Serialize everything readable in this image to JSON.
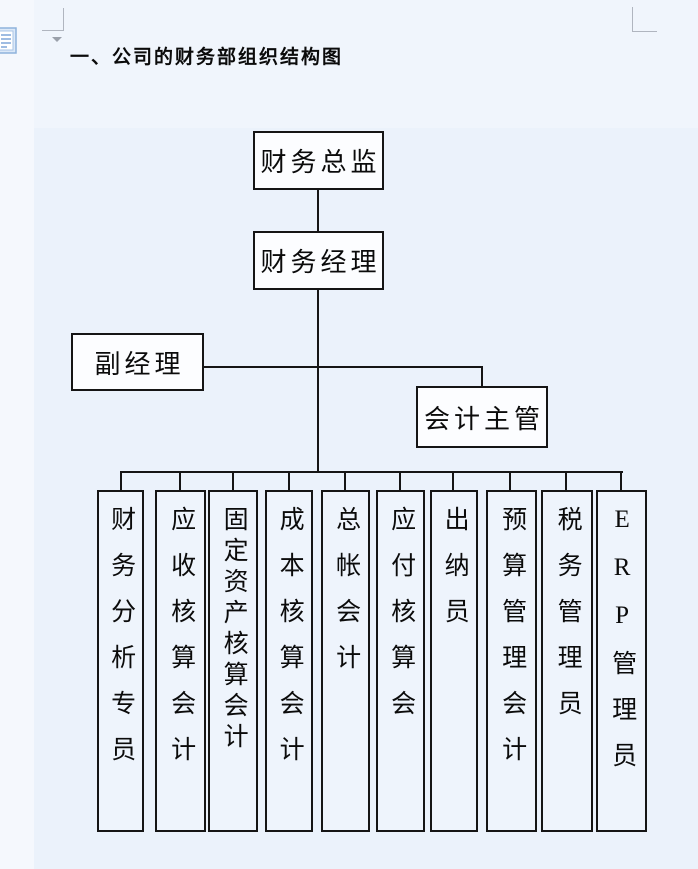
{
  "document": {
    "title": "一、公司的财务部组织结构图"
  },
  "icons": {
    "paste_options": "clipboard-page-icon",
    "paste_options_dropdown": "▼"
  },
  "org_chart": {
    "director": "财务总监",
    "manager": "财务经理",
    "deputy_manager": "副经理",
    "accounting_supervisor": "会计主管",
    "staff": [
      "财务分析专员",
      "应收核算会计",
      "固定资产核算会计",
      "成本核算会计",
      "总帐会计",
      "应付核算会",
      "出纳员",
      "预算管理会计",
      "税务管理员",
      "ERP管理员"
    ]
  },
  "colors": {
    "page_background": "#ebf2fb",
    "node_fill": "#fcfdff",
    "staff_node_fill": "#eef4fc",
    "node_border": "#151515",
    "crop_mark": "#b0b5bf"
  }
}
